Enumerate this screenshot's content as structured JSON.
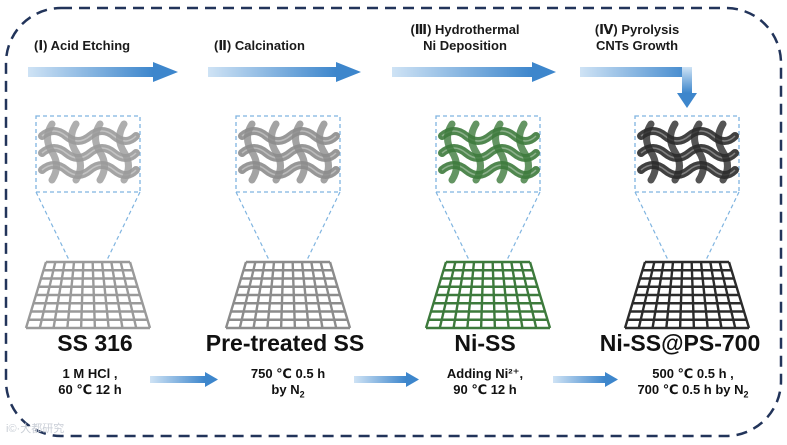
{
  "steps": [
    {
      "label": "(Ⅰ) Acid Etching"
    },
    {
      "label": "(Ⅱ) Calcination"
    },
    {
      "label_line1": "(Ⅲ) Hydrothermal",
      "label_line2": "Ni Deposition"
    },
    {
      "label_line1": "(Ⅳ) Pyrolysis",
      "label_line2": "CNTs Growth"
    }
  ],
  "samples": [
    {
      "name": "SS 316",
      "cond_line1": "1 M HCl ,",
      "cond_line2": "60 ℃ 12 h",
      "color": "#9a9a9a"
    },
    {
      "name": "Pre-treated SS",
      "cond_line1": "750 ℃ 0.5 h",
      "cond_line2_prefix": "by N",
      "cond_line2_sub": "2",
      "color": "#8c8c8c"
    },
    {
      "name": "Ni-SS",
      "cond_line1": "Adding Ni²⁺,",
      "cond_line2": "90 ℃ 12 h",
      "color": "#3d7a3c"
    },
    {
      "name": "Ni-SS@PS-700",
      "cond_line1": "500 ℃ 0.5 h ,",
      "cond_line2_prefix": "700 ℃ 0.5 h by N",
      "cond_line2_sub": "2",
      "color": "#2b2b2b"
    }
  ],
  "watermark": "i©·大都研究",
  "colors": {
    "frame": "#22345a",
    "arrow": "#5b9bd5",
    "zoom": "#7fb4e0"
  }
}
